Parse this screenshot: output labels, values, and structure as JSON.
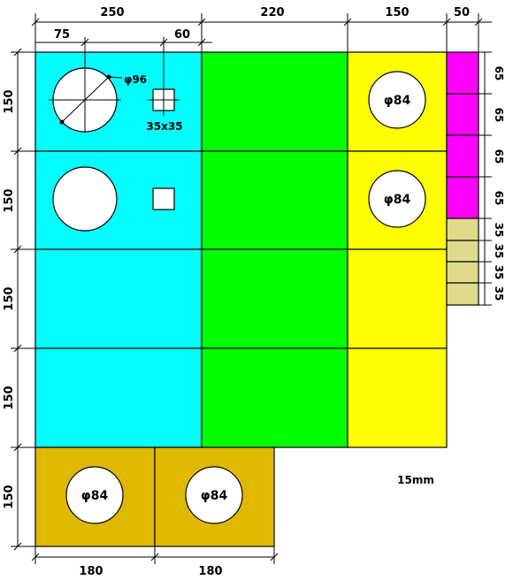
{
  "colors": {
    "cyan": "#00ffff",
    "green": "#00ff00",
    "yellow": "#ffff00",
    "magenta": "#ff00ff",
    "khaki": "#e0db8a",
    "mustard": "#e0b800",
    "hole": "#ffffff"
  },
  "top_dims": [
    "250",
    "220",
    "150",
    "50"
  ],
  "sub_dims": [
    "75",
    "60"
  ],
  "left_dims": [
    "150",
    "150",
    "150",
    "150",
    "150"
  ],
  "right_dims_magenta": [
    "65",
    "65",
    "65",
    "65"
  ],
  "right_dims_khaki": [
    "35",
    "35",
    "35",
    "35"
  ],
  "bottom_dims": [
    "180",
    "180"
  ],
  "labels": {
    "dia96": "φ96",
    "square": "35x35",
    "dia84": "φ84",
    "thickness": "15mm"
  }
}
